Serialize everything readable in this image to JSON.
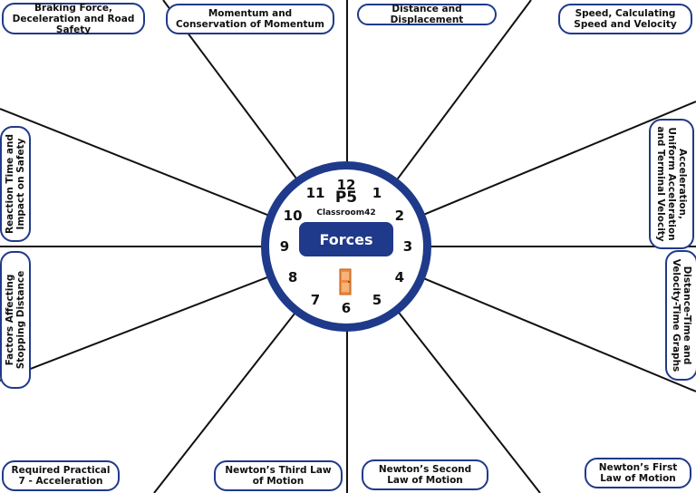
{
  "clock": {
    "code": "P5",
    "brand": "Classroom42",
    "topic": "Forces",
    "numbers": [
      "12",
      "1",
      "2",
      "3",
      "4",
      "5",
      "6",
      "7",
      "8",
      "9",
      "10",
      "11"
    ],
    "accent_color": "#1f3a8a",
    "icon": "door-icon"
  },
  "topics": {
    "braking": "Braking Force, Deceleration and Road Safety",
    "momentum": "Momentum and Conservation of Momentum",
    "distance": "Distance and Displacement",
    "speed": "Speed, Calculating Speed and Velocity",
    "reaction": "Reaction Time and Impact on Safety",
    "acceleration": "Acceleration, Uniform Acceleration and Terminal Velocity",
    "factors": "Factors Affecting Stopping Distance",
    "graphs": "Distance-Time and Velocity-Time Graphs",
    "practical": "Required Practical 7 - Acceleration",
    "third_law": "Newton’s Third Law of Motion",
    "second_law": "Newton’s Second Law of Motion",
    "first_law": "Newton’s First Law of Motion"
  }
}
